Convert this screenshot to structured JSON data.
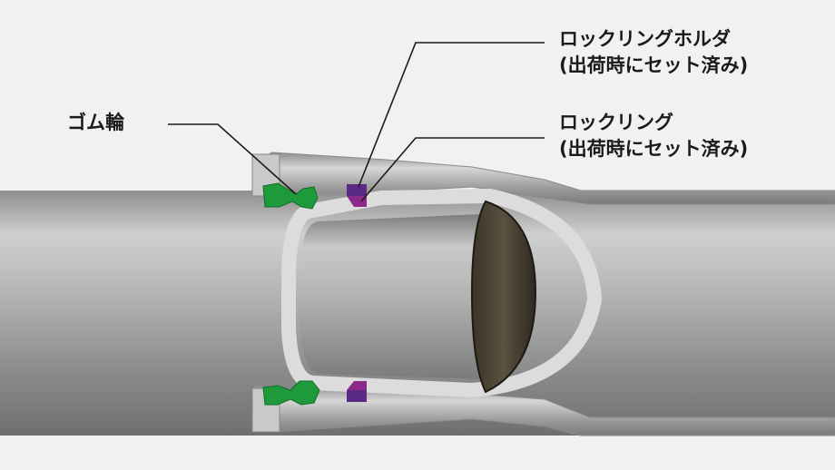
{
  "labels": {
    "rubber_ring": "ゴム輪",
    "lock_ring_holder": "ロックリングホルダ",
    "lock_ring_holder_note": "(出荷時にセット済み)",
    "lock_ring": "ロックリング",
    "lock_ring_note": "(出荷時にセット済み)"
  },
  "colors": {
    "background": "#f1f1f1",
    "pipe": "#9c9c9c",
    "socket_body": "#a8a8a8",
    "rubber_ring": "#1f9a3b",
    "lock_ring": "#8c2a8c",
    "lock_ring_holder": "#5b2a86",
    "spigot_bead": "#4a4230",
    "leader_line": "#1a1a1a"
  }
}
